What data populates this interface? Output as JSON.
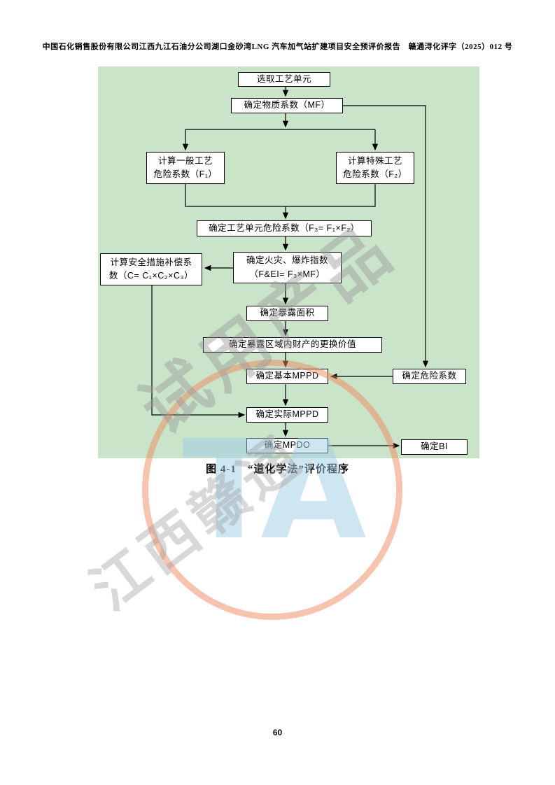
{
  "colors": {
    "chart_bg": "#c9e4c9",
    "box_border": "#000000",
    "watermark_gray": "#9a9a9a",
    "stamp_ring": "#ef8a5f",
    "stamp_letters": "#9fcde6"
  },
  "header": {
    "text": "中国石化销售股份有限公司江西九江石油分公司湖口金砂湾LNG 汽车加气站扩建项目安全预评价报告　赣通浔化评字（2025）012 号"
  },
  "figure": {
    "caption": "图 4-1　“道化学法”评价程序"
  },
  "footer": {
    "page_number": "60"
  },
  "watermarks": {
    "trial_text": "试用产品",
    "corner_text": "江西赣通",
    "stamp_text": "TA"
  },
  "flowchart": {
    "nodes": {
      "select_unit": "选取工艺单元",
      "mf": "确定物质系数（MF）",
      "f1_line1": "计算一般工艺",
      "f1_line2": "危险系数（F₁）",
      "f2_line1": "计算特殊工艺",
      "f2_line2": "危险系数（F₂）",
      "f3": "确定工艺单元危险系数（F₃= F₁×F₂）",
      "fei_line1": "确定火灾、爆炸指数",
      "fei_line2": "（F&EI= F₃×MF）",
      "comp_line1": "计算安全措施补偿系",
      "comp_line2": "数（C= C₁×C₂×C₃）",
      "exposure_area": "确定暴露面积",
      "replacement_value": "确定暴露区域内财产的更换价值",
      "base_mppd": "确定基本MPPD",
      "danger_factor": "确定危险系数",
      "actual_mppd": "确定实际MPPD",
      "mpdo": "确定MPDO",
      "bi": "确定BI"
    }
  }
}
